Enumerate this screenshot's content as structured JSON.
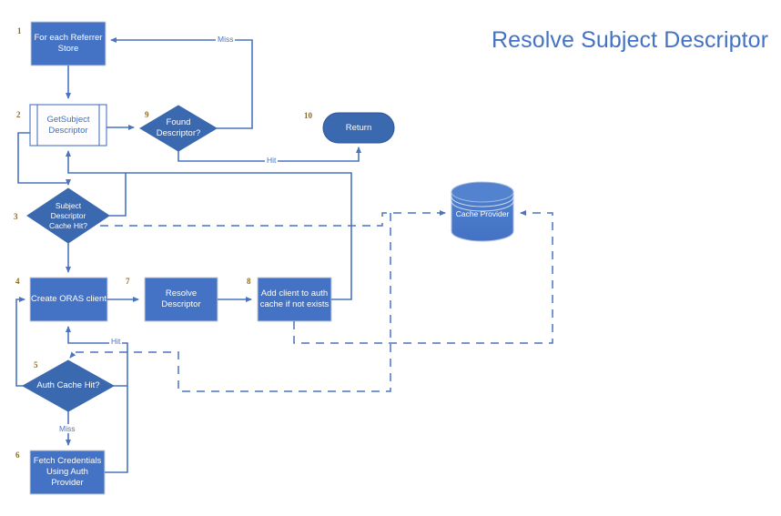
{
  "title": "Resolve Subject Descriptor",
  "colors": {
    "box_fill": "#4472C4",
    "diamond_fill": "#3B69B0",
    "predefined_fill": "#FFFFFF",
    "line": "#4A74C0",
    "title_color": "#4472C4",
    "step_number_color": "#8A6D20",
    "label_color": "#4A74C0",
    "node_text_color": "#FFFFFF",
    "predefined_text_color": "#3D6FC4"
  },
  "nodes": [
    {
      "id": "n1",
      "num": "1",
      "shape": "process",
      "label": "For each Referrer\nStore"
    },
    {
      "id": "n2",
      "num": "2",
      "shape": "predefined-process",
      "label": "GetSubject\nDescriptor"
    },
    {
      "id": "n3",
      "num": "3",
      "shape": "decision",
      "label": "Subject\nDescriptor\nCache Hit?"
    },
    {
      "id": "n4",
      "num": "4",
      "shape": "process",
      "label": "Create ORAS client"
    },
    {
      "id": "n5",
      "num": "5",
      "shape": "decision",
      "label": "Auth Cache Hit?"
    },
    {
      "id": "n6",
      "num": "6",
      "shape": "process",
      "label": "Fetch Credentials\nUsing Auth Provider"
    },
    {
      "id": "n7",
      "num": "7",
      "shape": "process",
      "label": "Resolve Descriptor"
    },
    {
      "id": "n8",
      "num": "8",
      "shape": "process",
      "label": "Add client to auth\ncache if not exists"
    },
    {
      "id": "n9",
      "num": "9",
      "shape": "decision",
      "label": "Found\nDescriptor?"
    },
    {
      "id": "n10",
      "num": "10",
      "shape": "terminator",
      "label": "Return"
    },
    {
      "id": "n11",
      "num": "",
      "shape": "cylinder",
      "label": "Cache Provider"
    }
  ],
  "edge_labels": [
    {
      "id": "e-miss-9",
      "text": "Miss"
    },
    {
      "id": "e-hit-9",
      "text": "Hit"
    },
    {
      "id": "e-hit-5",
      "text": "Hit"
    },
    {
      "id": "e-miss-5",
      "text": "Miss"
    }
  ]
}
